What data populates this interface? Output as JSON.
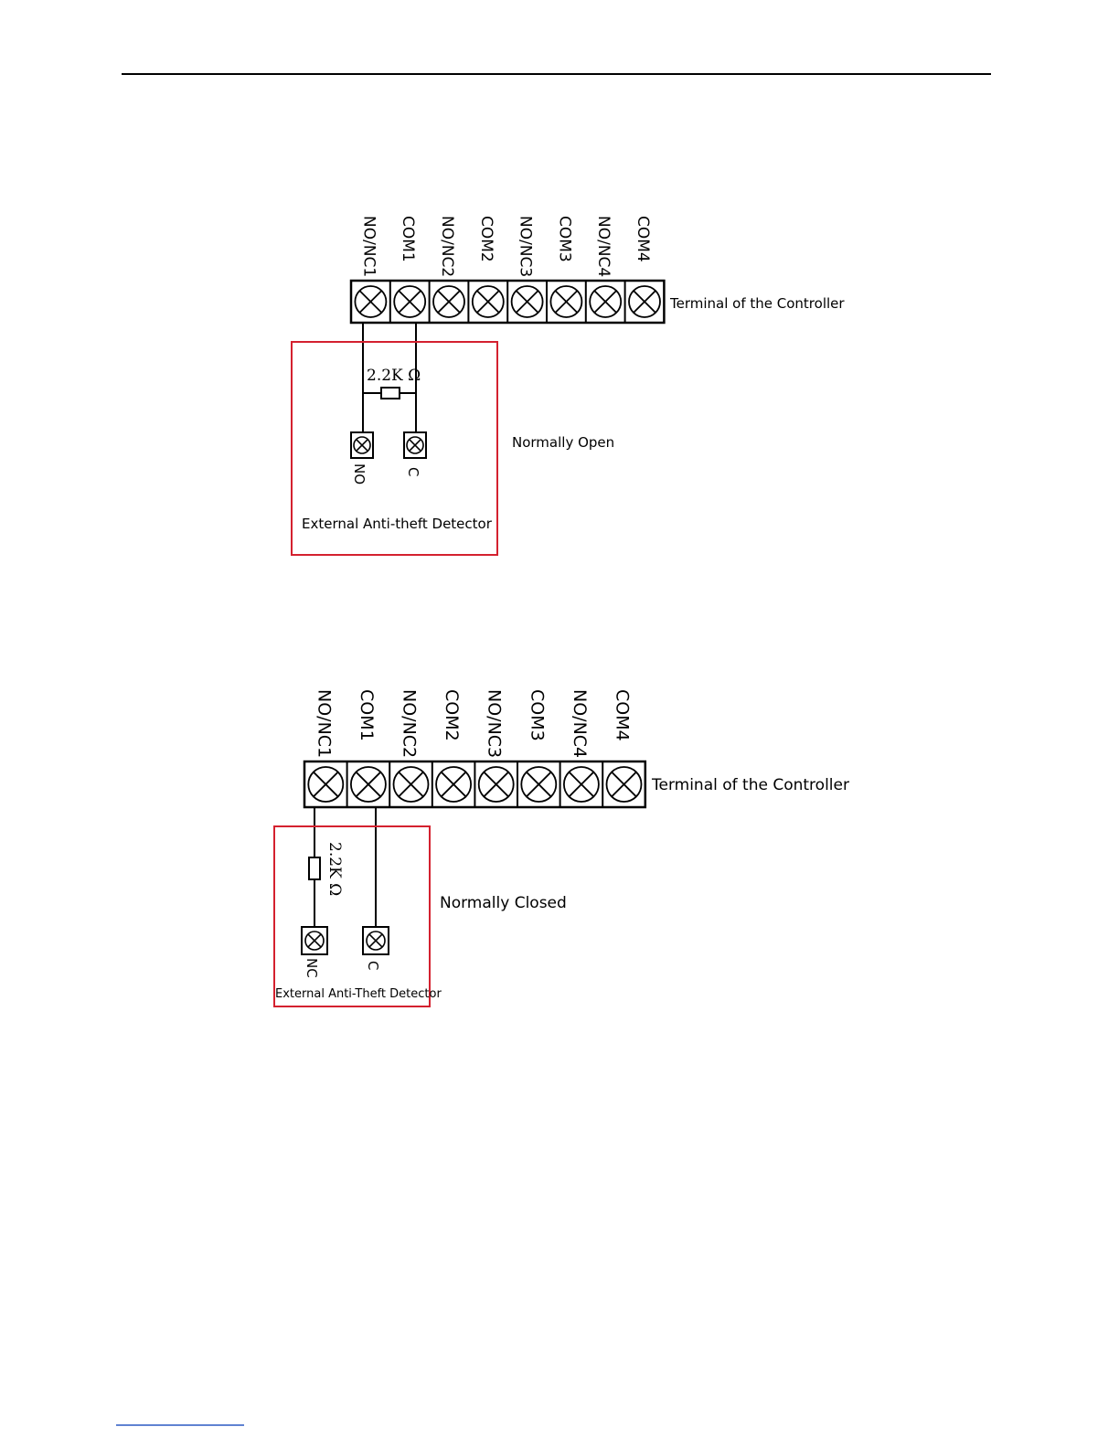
{
  "colors": {
    "line": "#000000",
    "box": "#d4212f",
    "footer_line": "#2b59c3"
  },
  "diagram1": {
    "terminals": [
      "NO/NC1",
      "COM1",
      "NO/NC2",
      "COM2",
      "NO/NC3",
      "COM3",
      "NO/NC4",
      "COM4"
    ],
    "terminal_label": "Terminal of the Controller",
    "resistor_label": "2.2K Ω",
    "mode_label": "Normally Open",
    "detector_terminals": [
      "NO",
      "C"
    ],
    "detector_label": "External Anti-theft Detector"
  },
  "diagram2": {
    "terminals": [
      "NO/NC1",
      "COM1",
      "NO/NC2",
      "COM2",
      "NO/NC3",
      "COM3",
      "NO/NC4",
      "COM4"
    ],
    "terminal_label": "Terminal of the Controller",
    "resistor_label": "2.2K Ω",
    "mode_label": "Normally Closed",
    "detector_terminals": [
      "NC",
      "C"
    ],
    "detector_label": "External Anti-Theft Detector"
  }
}
